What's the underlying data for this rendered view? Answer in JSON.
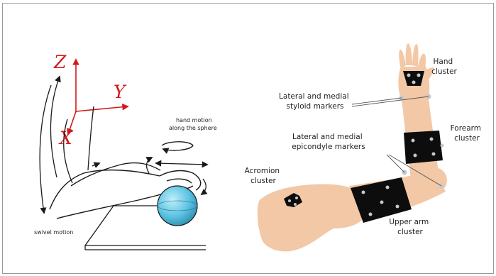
{
  "colors": {
    "axis": "#d11a1a",
    "skin": "#f2c8a6",
    "band": "#0d0d0d",
    "marker": "#c8c8c8",
    "sphere": "#5cc3e3",
    "line": "#1a1a1a"
  },
  "left_panel": {
    "axes": {
      "z": "Z",
      "y": "Y",
      "x": "X"
    },
    "hand_motion_line1": "hand motion",
    "hand_motion_line2": "along the sphere",
    "swivel_motion": "swivel motion"
  },
  "right_panel": {
    "hand_cluster": [
      "Hand",
      "cluster"
    ],
    "styloid": [
      "Lateral and medial",
      "styloid markers"
    ],
    "forearm_cluster": [
      "Forearm",
      "cluster"
    ],
    "epicondyle": [
      "Lateral and medial",
      "epicondyle markers"
    ],
    "acromion_cluster": [
      "Acromion",
      "cluster"
    ],
    "upper_arm_cluster": [
      "Upper arm",
      "cluster"
    ]
  }
}
